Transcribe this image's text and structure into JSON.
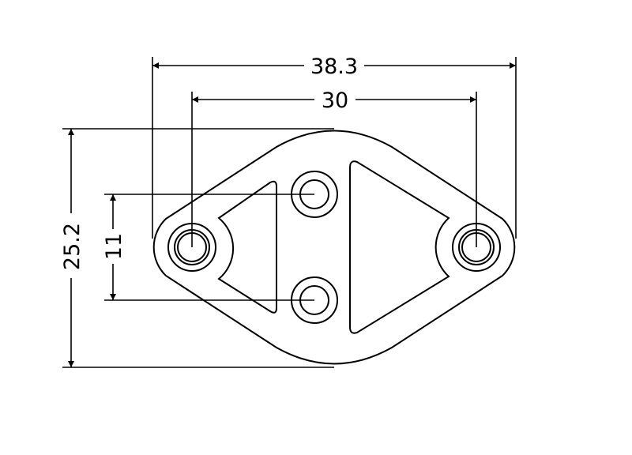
{
  "dimensions": {
    "overall_width": "38.3",
    "hole_spacing": "30",
    "overall_height": "25.2",
    "small_hole_spacing": "11"
  },
  "colors": {
    "stroke": "#000000",
    "background": "#ffffff"
  }
}
